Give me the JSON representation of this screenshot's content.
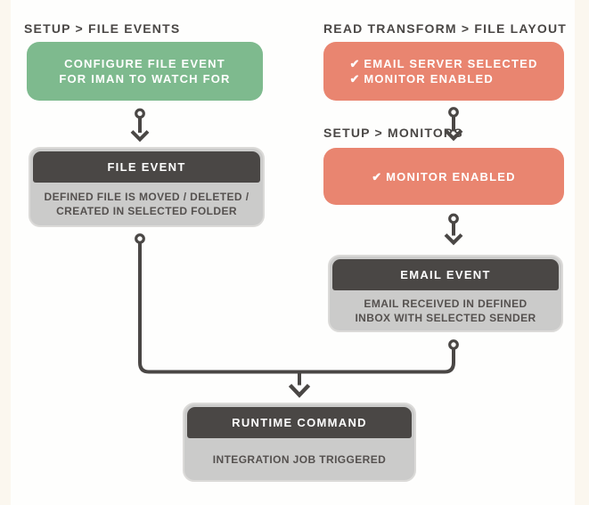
{
  "colors": {
    "background": "#fbf7ef",
    "panel": "#fefefd",
    "green_accent": "#7eba8e",
    "salmon_accent": "#e98570",
    "dark_gray": "#4a4745",
    "box_body_gray": "#cbcbca",
    "box_text_gray": "#55514f"
  },
  "icons": {
    "check": "✔"
  },
  "left_flow": {
    "breadcrumb": "SETUP > FILE EVENTS",
    "config_box": {
      "line1": "CONFIGURE FILE EVENT",
      "line2": "FOR IMAN TO WATCH FOR"
    },
    "file_event_box": {
      "title": "FILE EVENT",
      "desc_line1": "DEFINED FILE IS MOVED / DELETED /",
      "desc_line2": "CREATED IN SELECTED FOLDER"
    }
  },
  "right_flow": {
    "breadcrumb_top": "READ TRANSFORM > FILE LAYOUT",
    "prereq_box": {
      "item1": "EMAIL SERVER SELECTED",
      "item2": "MONITOR ENABLED"
    },
    "breadcrumb_monitors": "SETUP > MONITORS",
    "monitor_box": {
      "item1": "MONITOR ENABLED"
    },
    "email_event_box": {
      "title": "EMAIL EVENT",
      "desc_line1": "EMAIL RECEIVED IN DEFINED",
      "desc_line2": "INBOX WITH SELECTED SENDER"
    }
  },
  "result_flow": {
    "runtime_box": {
      "title": "RUNTIME COMMAND",
      "desc_line1": "INTEGRATION JOB TRIGGERED"
    }
  }
}
